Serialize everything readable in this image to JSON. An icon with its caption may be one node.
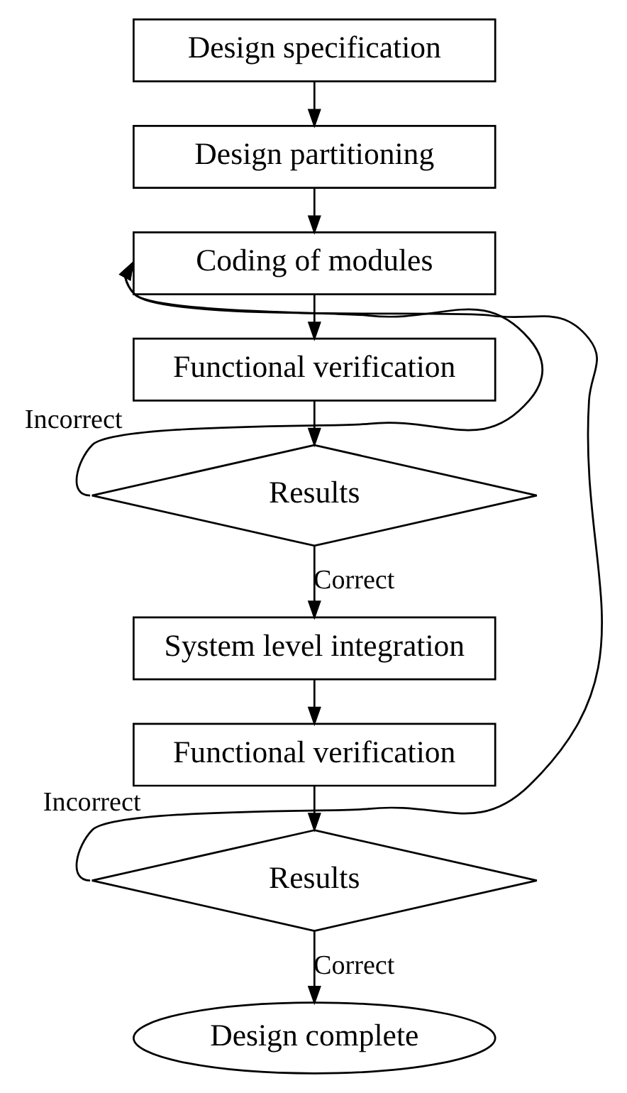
{
  "diagram": {
    "nodes": [
      {
        "text": [
          "Design specification"
        ]
      },
      {
        "text": [
          "Design partitioning"
        ]
      },
      {
        "text": [
          "Coding of modules"
        ]
      },
      {
        "text": [
          "Functional verification"
        ]
      },
      {
        "text": [
          "Results"
        ]
      },
      {
        "text": [
          "System level integration"
        ]
      },
      {
        "text": [
          "Functional verification"
        ]
      },
      {
        "text": [
          "Results"
        ]
      },
      {
        "text": [
          "Design complete"
        ]
      }
    ],
    "edges": [
      {
        "from": 0,
        "to": 1,
        "arrow": "to"
      },
      {
        "from": 1,
        "to": 2,
        "arrow": "to"
      },
      {
        "from": 2,
        "to": 3,
        "arrow": "to"
      },
      {
        "from": 3,
        "to": 4,
        "arrow": "to"
      },
      {
        "from": 4,
        "to": 2,
        "arrow": "to",
        "label": "Incorrect"
      },
      {
        "from": 4,
        "to": 5,
        "arrow": "to",
        "label": "Correct"
      },
      {
        "from": 5,
        "to": 6,
        "arrow": "to"
      },
      {
        "from": 6,
        "to": 7,
        "arrow": "to"
      },
      {
        "from": 7,
        "to": 2,
        "arrow": "to",
        "label": "Incorrect"
      },
      {
        "from": 7,
        "to": 8,
        "arrow": "to",
        "label": "Correct"
      }
    ]
  }
}
